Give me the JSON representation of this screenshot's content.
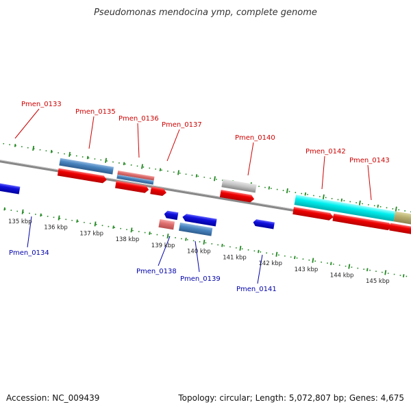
{
  "title": "Pseudomonas mendocina ymp, complete genome",
  "footer": {
    "accession": "Accession: NC_009439",
    "summary": "Topology: circular; Length: 5,072,807 bp; Genes: 4,675"
  },
  "colors": {
    "forward_label": "#cc0000",
    "reverse_label": "#0000aa",
    "tick": "#228822",
    "backbone": "#888888",
    "red": "#ee0000",
    "blue": "#1010dd",
    "steel": "#4a86c0",
    "pink": "#e07070",
    "grey": "#bbbbbb",
    "cyan": "#00eeee",
    "olive": "#b8b070"
  },
  "ticks": [
    {
      "label": "135 kbp"
    },
    {
      "label": "136 kbp"
    },
    {
      "label": "137 kbp"
    },
    {
      "label": "138 kbp"
    },
    {
      "label": "139 kbp"
    },
    {
      "label": "140 kbp"
    },
    {
      "label": "141 kbp"
    },
    {
      "label": "142 kbp"
    },
    {
      "label": "143 kbp"
    },
    {
      "label": "144 kbp"
    },
    {
      "label": "145 kbp"
    }
  ],
  "gene_labels_top": [
    "Pmen_0133",
    "Pmen_0135",
    "Pmen_0136",
    "Pmen_0137",
    "Pmen_0140",
    "Pmen_0142",
    "Pmen_0143"
  ],
  "gene_labels_bottom": [
    "Pmen_0134",
    "Pmen_0138",
    "Pmen_0139",
    "Pmen_0141"
  ]
}
